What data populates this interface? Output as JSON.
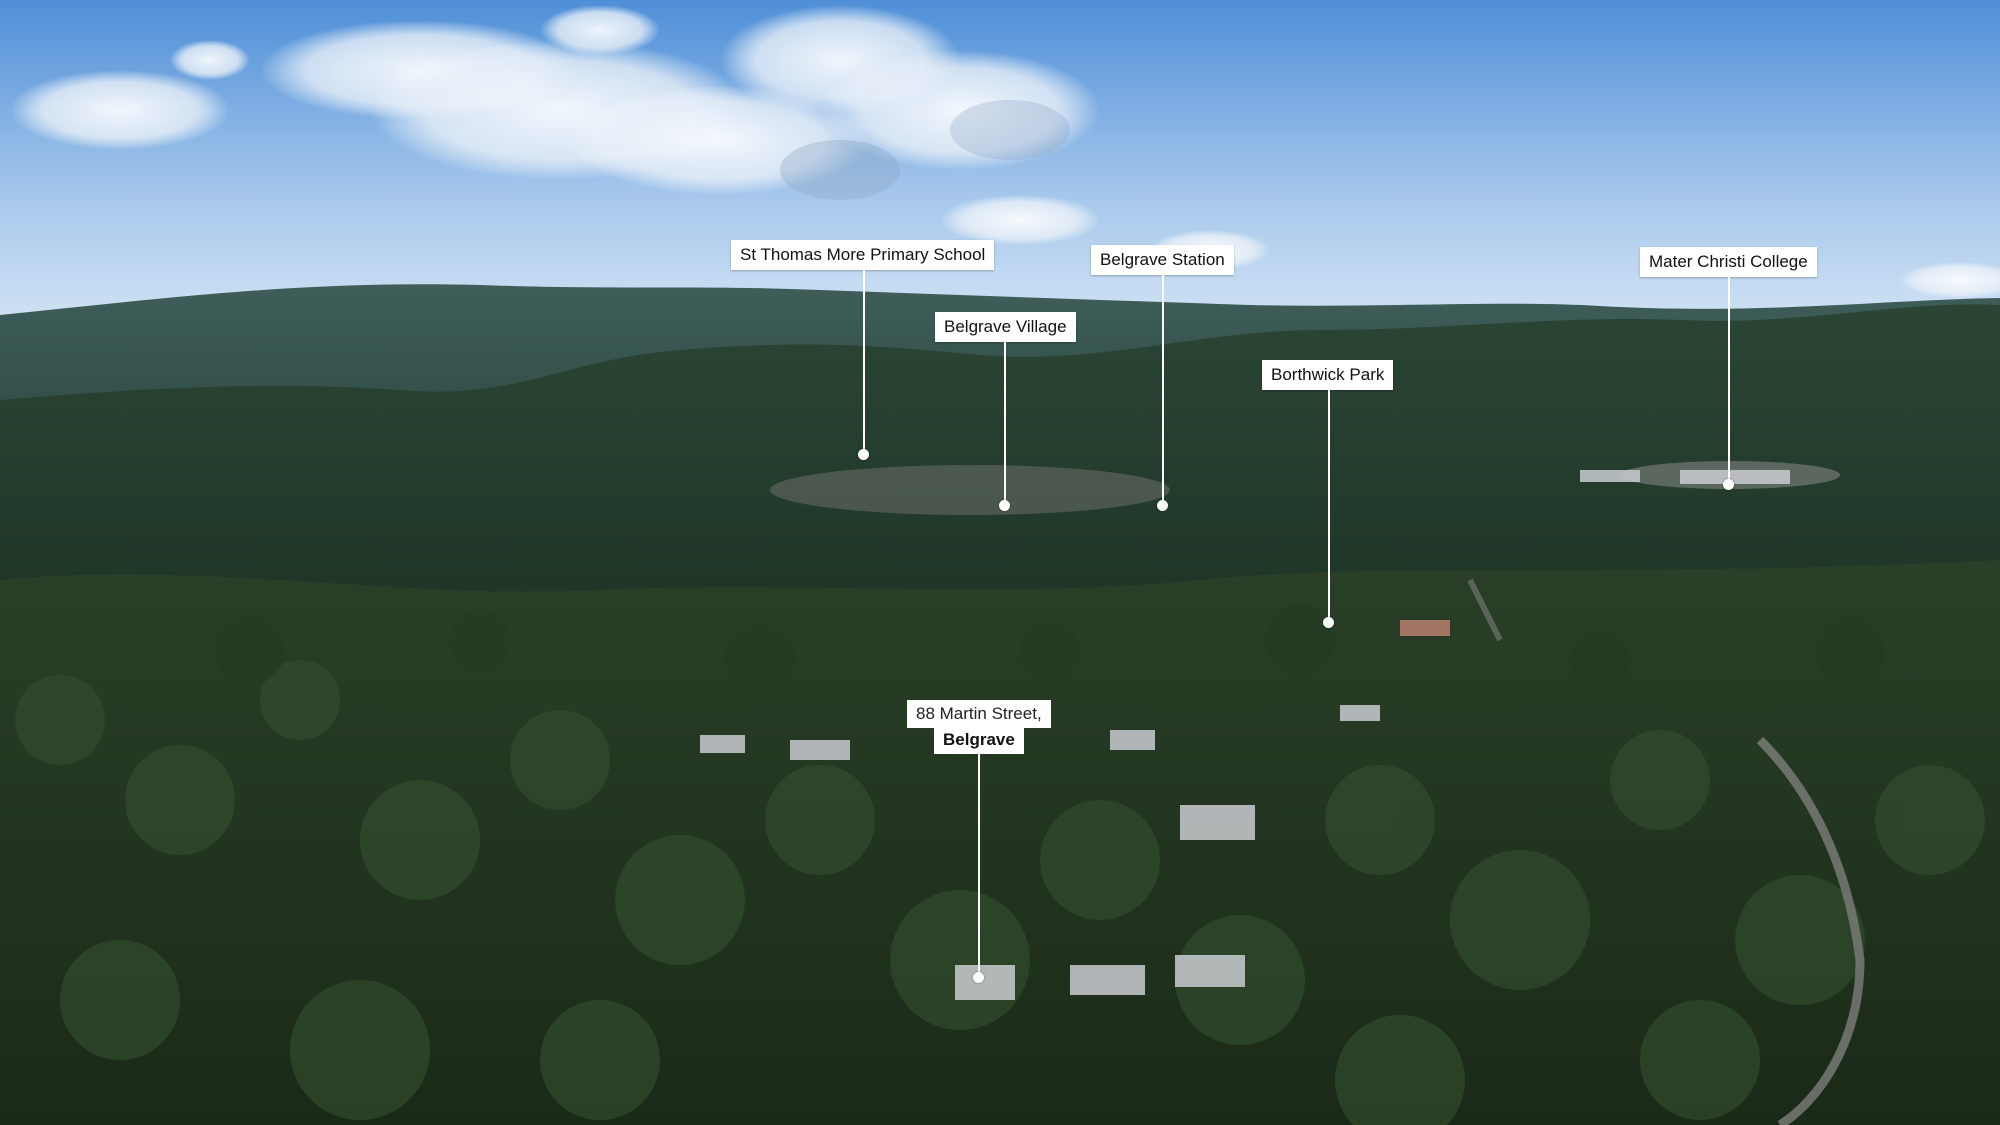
{
  "labels": {
    "st_thomas": "St Thomas More Primary School",
    "belgrave_village": "Belgrave Village",
    "belgrave_station": "Belgrave Station",
    "borthwick_park": "Borthwick Park",
    "mater_christi": "Mater Christi College",
    "address_line1": "88 Martin Street,",
    "address_line2": "Belgrave"
  },
  "colors": {
    "sky_top": "#5b9be0",
    "sky_bottom": "#cfe2f5",
    "hills": "#2e4a3a",
    "forest": "#1f3322",
    "label_bg": "#ffffff"
  }
}
